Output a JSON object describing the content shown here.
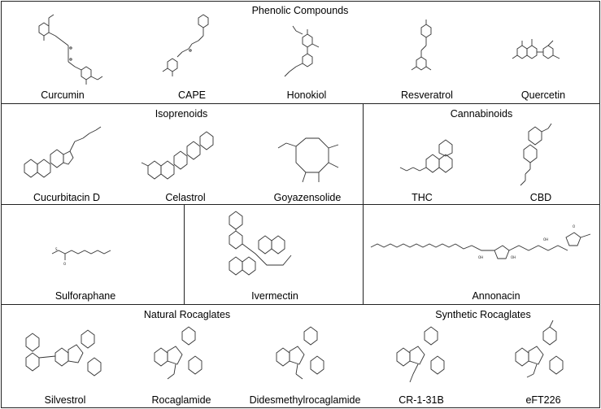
{
  "sections": [
    {
      "title": "Phenolic Compounds",
      "compounds": [
        "Curcumin",
        "CAPE",
        "Honokiol",
        "Resveratrol",
        "Quercetin"
      ]
    },
    {
      "title": "Isoprenoids",
      "compounds": [
        "Cucurbitacin D",
        "Celastrol",
        "Goyazensolide"
      ]
    },
    {
      "title": "Cannabinoids",
      "compounds": [
        "THC",
        "CBD"
      ]
    },
    {
      "title": "",
      "compounds": [
        "Sulforaphane"
      ]
    },
    {
      "title": "",
      "compounds": [
        "Ivermectin"
      ]
    },
    {
      "title": "",
      "compounds": [
        "Annonacin"
      ]
    },
    {
      "title": "Natural Rocaglates",
      "compounds": [
        "Silvestrol",
        "Rocaglamide",
        "Didesmethylrocaglamide"
      ]
    },
    {
      "title": "Synthetic Rocaglates",
      "compounds": [
        "CR-1-31B",
        "eFT226"
      ]
    }
  ],
  "colors": {
    "border": "#222222",
    "line": "#333333",
    "background": "#ffffff"
  }
}
